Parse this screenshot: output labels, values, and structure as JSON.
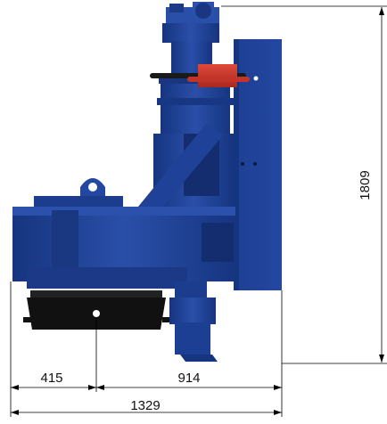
{
  "dimensions": {
    "height_label": "1809",
    "left_offset_label": "415",
    "right_offset_label": "914",
    "total_width_label": "1329"
  },
  "colors": {
    "body": "#1f3f92",
    "body_dark": "#142d6e",
    "body_light": "#2b51ad",
    "accent": "#d23b2f",
    "base": "#111111",
    "line": "#000000"
  }
}
